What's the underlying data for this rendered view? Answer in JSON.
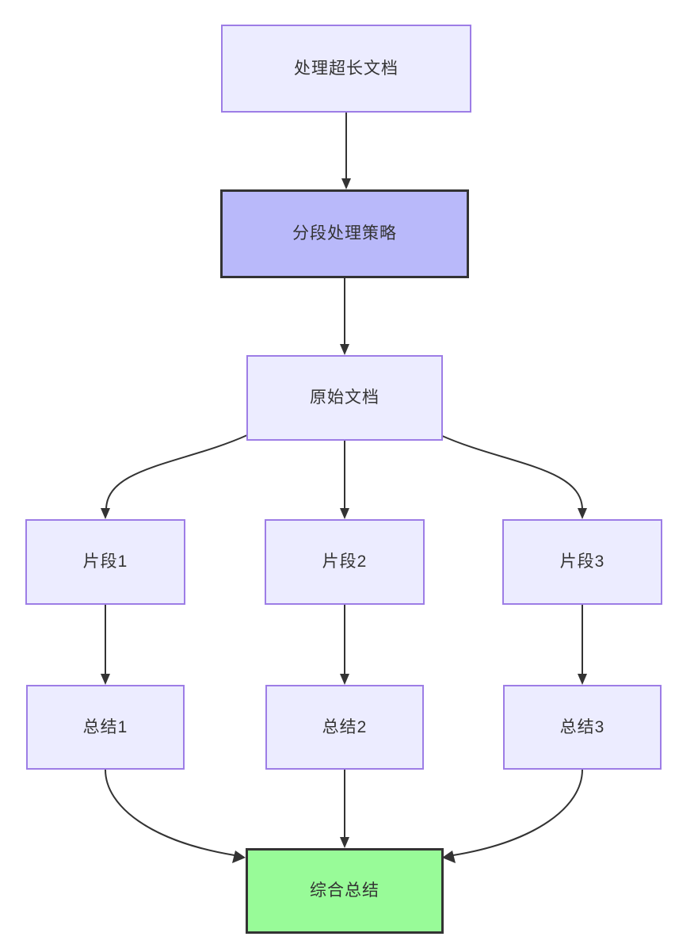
{
  "diagram": {
    "kind": "flowchart-top-down",
    "background_color": "#ffffff",
    "colors": {
      "default_node_fill": "#ECECFF",
      "default_node_border": "#9d7de6",
      "accent_node_fill": "#b9b9fa",
      "accent_node_border": "#333333",
      "result_node_fill": "#98fb98",
      "result_node_border": "#333333",
      "edge_color": "#333333",
      "text_color": "#333333"
    },
    "nodes": [
      {
        "id": "root",
        "label": "处理超长文档",
        "style": "default"
      },
      {
        "id": "strategy",
        "label": "分段处理策略",
        "style": "accent"
      },
      {
        "id": "doc",
        "label": "原始文档",
        "style": "default"
      },
      {
        "id": "chunk1",
        "label": "片段1",
        "style": "default"
      },
      {
        "id": "chunk2",
        "label": "片段2",
        "style": "default"
      },
      {
        "id": "chunk3",
        "label": "片段3",
        "style": "default"
      },
      {
        "id": "summary1",
        "label": "总结1",
        "style": "default"
      },
      {
        "id": "summary2",
        "label": "总结2",
        "style": "default"
      },
      {
        "id": "summary3",
        "label": "总结3",
        "style": "default"
      },
      {
        "id": "final",
        "label": "综合总结",
        "style": "result"
      }
    ],
    "edges": [
      {
        "from": "处理超长文档",
        "to": "分段处理策略"
      },
      {
        "from": "分段处理策略",
        "to": "原始文档"
      },
      {
        "from": "原始文档",
        "to": "片段1"
      },
      {
        "from": "原始文档",
        "to": "片段2"
      },
      {
        "from": "原始文档",
        "to": "片段3"
      },
      {
        "from": "片段1",
        "to": "总结1"
      },
      {
        "from": "片段2",
        "to": "总结2"
      },
      {
        "from": "片段3",
        "to": "总结3"
      },
      {
        "from": "总结1",
        "to": "综合总结"
      },
      {
        "from": "总结2",
        "to": "综合总结"
      },
      {
        "from": "总结3",
        "to": "综合总结"
      }
    ]
  }
}
